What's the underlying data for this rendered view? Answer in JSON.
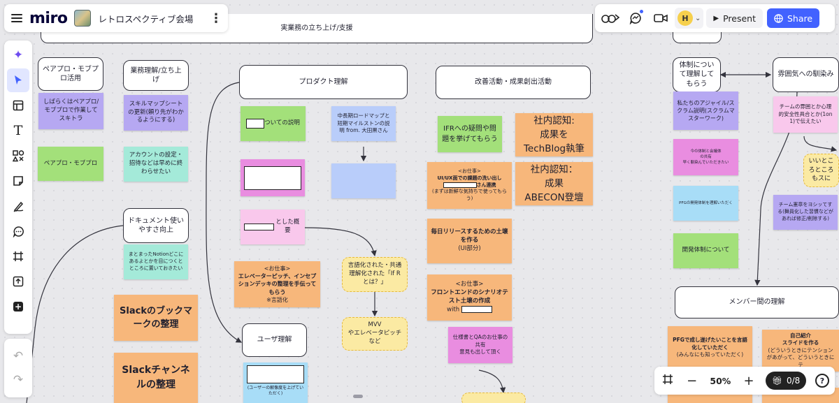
{
  "app": {
    "logo": "miro",
    "board_title": "レトロスペクティブ会場",
    "zoom": "50%",
    "pages": "0/8",
    "present_label": "Present",
    "share_label": "Share",
    "avatar_initial": "H",
    "accent_color": "#4262ff"
  },
  "toolbar": {
    "tools": [
      "sparkle-icon",
      "cursor-icon",
      "template-icon",
      "text-icon",
      "shapes-icon",
      "sticky-note-icon",
      "pen-icon",
      "comment-icon",
      "frame-icon",
      "upload-icon",
      "add-icon"
    ]
  },
  "board": {
    "top_frame": "実業務の立ち上げ/支援",
    "pair": {
      "header": "ペアプロ・モブプロ活用",
      "note1": "しばらくはペアプロ/モブプロで作業してスキトラ",
      "note2": "ペアプロ・モブプロ"
    },
    "business": {
      "header": "業務理解/立ち上げ",
      "note1": "スキルマップシートの更新(頼り先がわかるようにする)",
      "note2": "アカウントの設定・招待などは早めに終わらせたい"
    },
    "docs": {
      "header": "ドキュメント使いやすさ向上",
      "note1": "まとまったNotionどこにあるよとかを目につくとところに置いておきたい",
      "note2": "Slackのブックマークの整理",
      "note3": "Slackチャンネルの整理"
    },
    "product": {
      "header": "プロダクト理解",
      "note1_suffix": "ついての説明",
      "note2": "中長期ロードマップと短期マイルストンの説明 from. 大田黒さん",
      "note3_suffix": "とした概要",
      "note4_tag": "<お仕事>",
      "note4_main": "エレベーターピッチ、インセプションデッキの整理を手伝ってもらう",
      "note4_sub": "※言語化",
      "note5": "言語化された・共通理解化された「If R とは？」",
      "note6": "MVV\nやエレベータピッチなど"
    },
    "user": {
      "header": "ユーザ理解",
      "note_sub": "(ユーザーの解像度を上げていただく)"
    },
    "improve": {
      "header": "改善活動・成果創出活動",
      "note1": "IFRへの疑問や問題を挙げてもらう",
      "note2": "社内認知:\n成果を\nTechBlog執筆",
      "note3_tag": "<お仕事>",
      "note3_main": "UI/UX面での課題の洗い出し",
      "note3_suffix": "さん連携",
      "note3_sub": "(まずは新鮮な気持ちで使ってもらう)",
      "note4": "社内認知：\n成果\nABECON登壇",
      "note5_main": "毎日リリースするための土壌を作る",
      "note5_sub": "(UI部分)",
      "note6_tag": "<お仕事>",
      "note6_main": "フロントエンドのシナリオテスト土壌の作成",
      "note6_with": "with",
      "note7": "仕様書とQAのお仕事の共有\n意見も出して頂く"
    },
    "org": {
      "header": "体制について理解してもらう",
      "note1": "私たちのアジャイル/スクラム説明(スクラムマスターワーク)",
      "note2": "今の体制と会議体\nの共有\n早く馴染んでいただきたい",
      "note3": "PFGの開発体制を理解いただく",
      "note4": "開発体制について"
    },
    "atmosphere": {
      "header": "雰囲気への馴染み",
      "note1": "チームの雰囲とか心理的安全性具合とか(1on1)で伝えたい",
      "note2": "いいところところもスに",
      "note3": "チーム憲章をヨシッてする(舞員化した習慣などがあれば修正/削除する)"
    },
    "members": {
      "header": "メンバー間の理解",
      "note1_main": "PFGで成し遂げたいことを言語化していただく",
      "note1_sub": "(みんなにも知っていただく)",
      "note2_main": "自己紹介\nスライドを作る",
      "note2_sub": "(どういうときにテンションがあがって、どういうときにテ"
    }
  }
}
